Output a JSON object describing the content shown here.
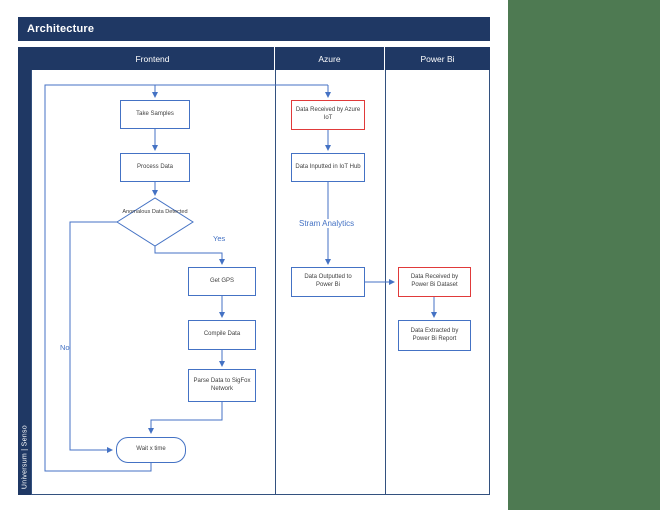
{
  "title": "Architecture",
  "side_label": "Universum | Senso",
  "lanes": [
    {
      "label": "Frontend"
    },
    {
      "label": "Azure"
    },
    {
      "label": "Power Bi"
    }
  ],
  "nodes": {
    "take_samples": {
      "label": "Take Samples"
    },
    "process_data": {
      "label": "Process Data"
    },
    "anomalous_data": {
      "label": "Anomalous Data Detected"
    },
    "get_gps": {
      "label": "Get GPS"
    },
    "compile_data": {
      "label": "Compile Data"
    },
    "parse_data": {
      "label": "Parse Data to SigFox Network"
    },
    "wait_x_time": {
      "label": "Wait x time"
    },
    "azure_iot": {
      "label": "Data Received by Azure IoT"
    },
    "iot_hub": {
      "label": "Data Inputted in IoT Hub"
    },
    "stream_analytics": {
      "label": "Stram Analytics"
    },
    "output_power_bi": {
      "label": "Data Outputted to Power Bi"
    },
    "pbi_dataset": {
      "label": "Data Received by Power Bi Dataset"
    },
    "pbi_report": {
      "label": "Data Extracted by Power Bi Report"
    }
  },
  "edge_labels": {
    "yes": "Yes",
    "no": "No"
  },
  "colors": {
    "header_navy": "#1f3864",
    "connector_blue": "#4472c4",
    "box_border_blue": "#4472c4",
    "alert_border_red": "#e03a3a",
    "side_panel_green": "#4e7a52",
    "box_text": "#404040",
    "canvas": "#ffffff"
  }
}
